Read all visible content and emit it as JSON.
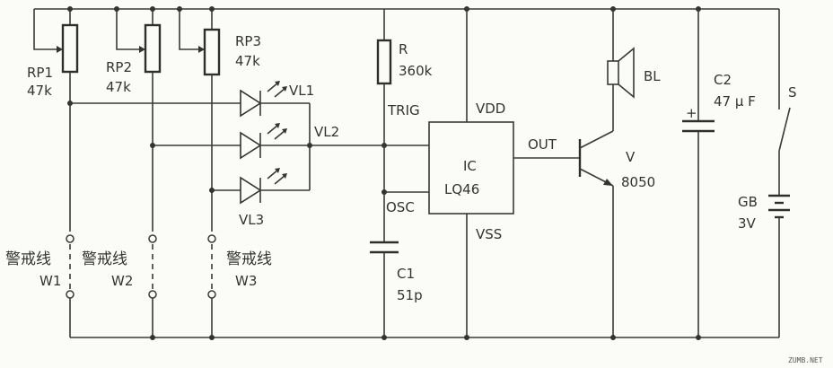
{
  "components": {
    "rp1": {
      "name": "RP1",
      "value": "47k"
    },
    "rp2": {
      "name": "RP2",
      "value": "47k"
    },
    "rp3": {
      "name": "RP3",
      "value": "47k"
    },
    "r": {
      "name": "R",
      "value": "360k"
    },
    "c1": {
      "name": "C1",
      "value": "51p"
    },
    "c2": {
      "name": "C2",
      "value": "47 μ F",
      "polarity": "+"
    },
    "vl1": {
      "name": "VL1"
    },
    "vl2": {
      "name": "VL2"
    },
    "vl3": {
      "name": "VL3"
    },
    "ic": {
      "name": "IC",
      "part": "LQ46",
      "pins": {
        "trig": "TRIG",
        "vdd": "VDD",
        "out": "OUT",
        "osc": "OSC",
        "vss": "VSS"
      }
    },
    "transistor": {
      "name": "V",
      "part": "8050"
    },
    "speaker": {
      "name": "BL"
    },
    "battery": {
      "name": "GB",
      "value": "3V"
    },
    "switch": {
      "name": "S"
    }
  },
  "guard_wires": [
    {
      "label": "警戒线",
      "id": "W1"
    },
    {
      "label": "警戒线",
      "id": "W2"
    },
    {
      "label": "警戒线",
      "id": "W3"
    }
  ],
  "watermark": "ZUMB.NET"
}
